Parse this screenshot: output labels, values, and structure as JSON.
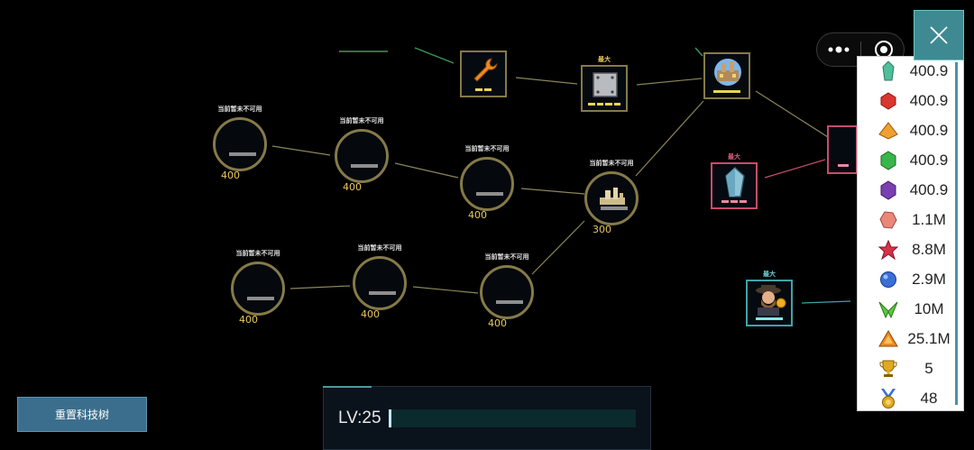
{
  "tree": {
    "circle_nodes": [
      {
        "id": "c1",
        "caption": "当前暂未不可用",
        "cost": "400"
      },
      {
        "id": "c2",
        "caption": "当前暂未不可用",
        "cost": "400"
      },
      {
        "id": "c3",
        "caption": "当前暂未不可用",
        "cost": "400"
      },
      {
        "id": "c4",
        "caption": "当前暂未不可用",
        "cost": "300"
      },
      {
        "id": "c5",
        "caption": "当前暂未不可用",
        "cost": "400"
      },
      {
        "id": "c6",
        "caption": "当前暂未不可用",
        "cost": "400"
      },
      {
        "id": "c7",
        "caption": "当前暂未不可用",
        "cost": "400"
      }
    ],
    "square_nodes": [
      {
        "id": "wrench",
        "caption": "",
        "icon": "wrench-icon"
      },
      {
        "id": "plate",
        "caption": "最大",
        "icon": "metal-plate-icon"
      },
      {
        "id": "factory",
        "caption": "",
        "icon": "factory-icon"
      },
      {
        "id": "crystal",
        "caption": "最大",
        "icon": "crystal-icon"
      },
      {
        "id": "hunter",
        "caption": "最大",
        "icon": "hunter-portrait-icon"
      }
    ]
  },
  "resources": [
    {
      "icon": "teal-crystal-icon",
      "value": "400.9",
      "color": "#4fbf9b"
    },
    {
      "icon": "red-gem-icon",
      "value": "400.9",
      "color": "#d9362f"
    },
    {
      "icon": "orange-gem-icon",
      "value": "400.9",
      "color": "#f0a030"
    },
    {
      "icon": "green-gem-icon",
      "value": "400.9",
      "color": "#39b54a"
    },
    {
      "icon": "purple-gem-icon",
      "value": "400.9",
      "color": "#7a3fb0"
    },
    {
      "icon": "pink-ore-icon",
      "value": "1.1M",
      "color": "#e8877a"
    },
    {
      "icon": "red-star-icon",
      "value": "8.8M",
      "color": "#d6334a"
    },
    {
      "icon": "blue-orb-icon",
      "value": "2.9M",
      "color": "#3a6fd8"
    },
    {
      "icon": "green-leaf-icon",
      "value": "10M",
      "color": "#5cc840"
    },
    {
      "icon": "orange-pile-icon",
      "value": "25.1M",
      "color": "#ee8a1e"
    },
    {
      "icon": "trophy-icon",
      "value": "5",
      "color": "#e0a920"
    },
    {
      "icon": "medal-icon",
      "value": "48",
      "color": "#e0a920"
    }
  ],
  "reset_button": {
    "label": "重置科技树"
  },
  "level": {
    "label": "LV:25",
    "progress": 0.01
  },
  "close_label": "close"
}
